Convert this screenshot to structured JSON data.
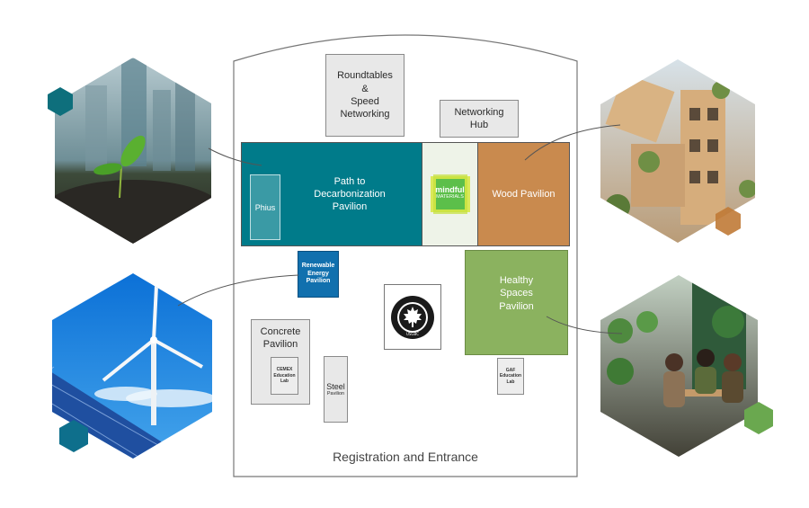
{
  "title": "Expo Hall Floor Plan",
  "colors": {
    "teal": "#007b8a",
    "teal_light": "#3a9aa5",
    "wood": "#c98a4e",
    "mindful_bg": "#eef3e8",
    "healthy": "#8bb25f",
    "renewable": "#1170ae",
    "booth_gray": "#e8e8e8",
    "outline": "#777777"
  },
  "floor_plan": {
    "entrance_label": "Registration and Entrance",
    "areas": {
      "roundtables": "Roundtables\n&\nSpeed\nNetworking",
      "networking_hub": "Networking\nHub",
      "decarbonization": "Path to\nDecarbonization\nPavilion",
      "phius": "Phius",
      "mindful": {
        "line1": "mindful",
        "line2": "MATERIALS"
      },
      "wood": "Wood Pavilion",
      "renewable": "Renewable\nEnergy\nPavilion",
      "usgbc_logo": {
        "ring_text": "U.S. GREEN BUILDING COUNCIL",
        "abbr": "USGBC"
      },
      "healthy": "Healthy\nSpaces\nPavilion",
      "concrete": "Concrete\nPavilion",
      "cemex": "CEMEX\nEducation\nLab",
      "steel_title": "Steel",
      "steel_sub": "Pavilion",
      "gaf": "GAF\nEducation\nLab"
    }
  },
  "photos": [
    {
      "name": "seedling-city-photo",
      "subject": "Seedling in soil with city skyline",
      "accent": "#0e6f7c"
    },
    {
      "name": "wind-solar-photo",
      "subject": "Wind turbine and solar panels",
      "accent": "#0e6f8c"
    },
    {
      "name": "wood-building-photo",
      "subject": "Mass timber building with greenery",
      "accent": "#c07a36"
    },
    {
      "name": "cafe-plants-photo",
      "subject": "People at cafe surrounded by plants",
      "accent": "#6aa84f"
    }
  ]
}
